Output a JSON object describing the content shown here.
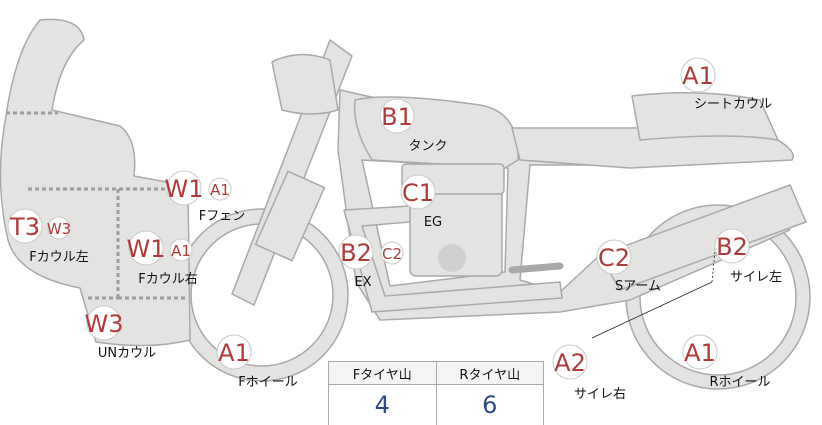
{
  "colors": {
    "body": "#e3e4e2",
    "outline": "#a8aaa7",
    "grade": "#b03a3a",
    "value": "#2e4a8a"
  },
  "labels": {
    "tank": {
      "grade": "B1",
      "name": "タンク"
    },
    "seat_cowl": {
      "grade": "A1",
      "name": "シートカウル"
    },
    "engine": {
      "grade": "C1",
      "name": "EG"
    },
    "exhaust": {
      "grade": "B2",
      "grade2": "C2",
      "name": "EX"
    },
    "swingarm": {
      "grade": "C2",
      "name": "Sアーム"
    },
    "muffler_left": {
      "grade": "B2",
      "name": "サイレ左"
    },
    "muffler_right": {
      "grade": "A2",
      "name": "サイレ右"
    },
    "rear_wheel": {
      "grade": "A1",
      "name": "Rホイール"
    },
    "front_wheel": {
      "grade": "A1",
      "name": "Fホイール"
    },
    "front_fender": {
      "grade": "W1",
      "grade2": "A1",
      "name": "Fフェン"
    },
    "cowl_right": {
      "grade": "W1",
      "grade2": "A1",
      "name": "Fカウル右"
    },
    "cowl_left": {
      "grade": "T3",
      "grade2": "W3",
      "name": "Fカウル左"
    },
    "under_cowl": {
      "grade": "W3",
      "name": "UNカウル"
    }
  },
  "tires": {
    "front": {
      "header": "Fタイヤ山",
      "value": "4"
    },
    "rear": {
      "header": "Rタイヤ山",
      "value": "6"
    }
  }
}
